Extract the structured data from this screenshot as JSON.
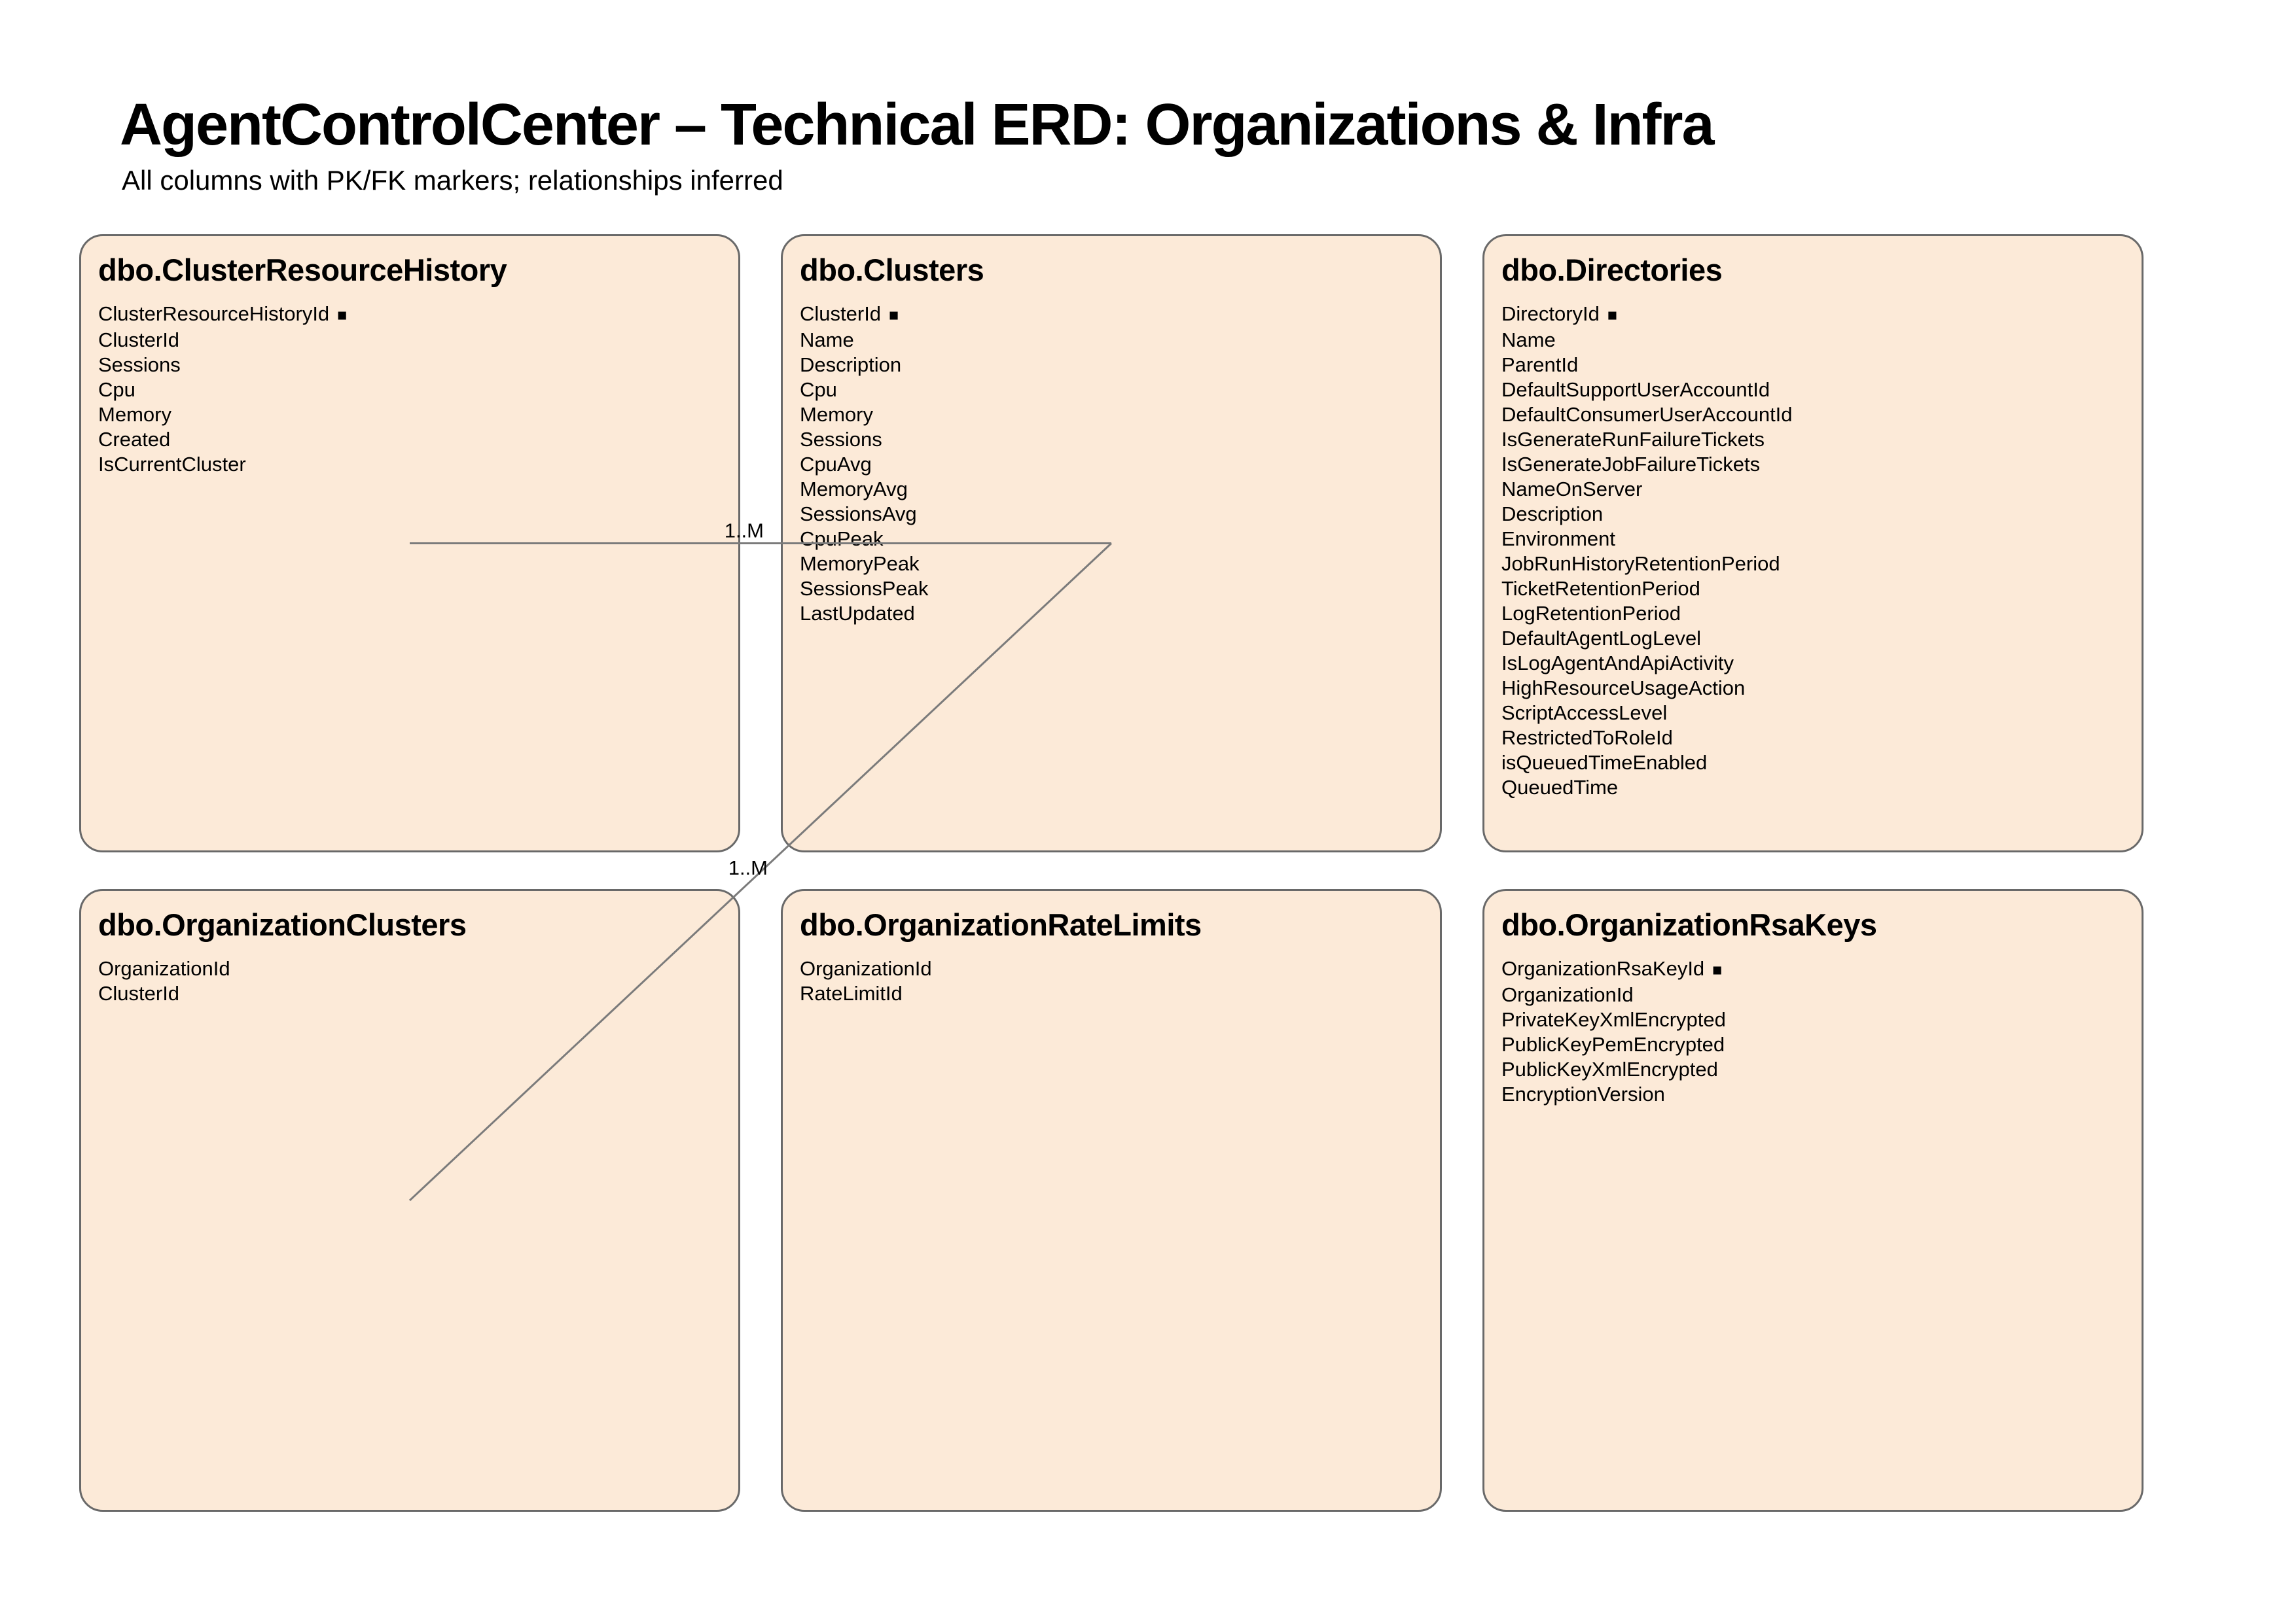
{
  "header": {
    "title": "AgentControlCenter – Technical ERD: Organizations & Infra",
    "subtitle": "All columns with PK/FK markers; relationships inferred"
  },
  "diagram": {
    "pk_marker": "■",
    "colors": {
      "canvas_background": "#FFFFFF",
      "table_fill": "#FCEAD8",
      "table_border": "#696969",
      "relationship_line": "#7B7B7B",
      "text": "#000000"
    },
    "tables": [
      {
        "name": "dbo.ClusterResourceHistory",
        "columns": [
          {
            "name": "ClusterResourceHistoryId",
            "pk": true
          },
          {
            "name": "ClusterId",
            "pk": false
          },
          {
            "name": "Sessions",
            "pk": false
          },
          {
            "name": "Cpu",
            "pk": false
          },
          {
            "name": "Memory",
            "pk": false
          },
          {
            "name": "Created",
            "pk": false
          },
          {
            "name": "IsCurrentCluster",
            "pk": false
          }
        ]
      },
      {
        "name": "dbo.Clusters",
        "columns": [
          {
            "name": "ClusterId",
            "pk": true
          },
          {
            "name": "Name",
            "pk": false
          },
          {
            "name": "Description",
            "pk": false
          },
          {
            "name": "Cpu",
            "pk": false
          },
          {
            "name": "Memory",
            "pk": false
          },
          {
            "name": "Sessions",
            "pk": false
          },
          {
            "name": "CpuAvg",
            "pk": false
          },
          {
            "name": "MemoryAvg",
            "pk": false
          },
          {
            "name": "SessionsAvg",
            "pk": false
          },
          {
            "name": "CpuPeak",
            "pk": false
          },
          {
            "name": "MemoryPeak",
            "pk": false
          },
          {
            "name": "SessionsPeak",
            "pk": false
          },
          {
            "name": "LastUpdated",
            "pk": false
          }
        ]
      },
      {
        "name": "dbo.Directories",
        "columns": [
          {
            "name": "DirectoryId",
            "pk": true
          },
          {
            "name": "Name",
            "pk": false
          },
          {
            "name": "ParentId",
            "pk": false
          },
          {
            "name": "DefaultSupportUserAccountId",
            "pk": false
          },
          {
            "name": "DefaultConsumerUserAccountId",
            "pk": false
          },
          {
            "name": "IsGenerateRunFailureTickets",
            "pk": false
          },
          {
            "name": "IsGenerateJobFailureTickets",
            "pk": false
          },
          {
            "name": "NameOnServer",
            "pk": false
          },
          {
            "name": "Description",
            "pk": false
          },
          {
            "name": "Environment",
            "pk": false
          },
          {
            "name": "JobRunHistoryRetentionPeriod",
            "pk": false
          },
          {
            "name": "TicketRetentionPeriod",
            "pk": false
          },
          {
            "name": "LogRetentionPeriod",
            "pk": false
          },
          {
            "name": "DefaultAgentLogLevel",
            "pk": false
          },
          {
            "name": "IsLogAgentAndApiActivity",
            "pk": false
          },
          {
            "name": "HighResourceUsageAction",
            "pk": false
          },
          {
            "name": "ScriptAccessLevel",
            "pk": false
          },
          {
            "name": "RestrictedToRoleId",
            "pk": false
          },
          {
            "name": "isQueuedTimeEnabled",
            "pk": false
          },
          {
            "name": "QueuedTime",
            "pk": false
          }
        ]
      },
      {
        "name": "dbo.OrganizationClusters",
        "columns": [
          {
            "name": "OrganizationId",
            "pk": false
          },
          {
            "name": "ClusterId",
            "pk": false
          }
        ]
      },
      {
        "name": "dbo.OrganizationRateLimits",
        "columns": [
          {
            "name": "OrganizationId",
            "pk": false
          },
          {
            "name": "RateLimitId",
            "pk": false
          }
        ]
      },
      {
        "name": "dbo.OrganizationRsaKeys",
        "columns": [
          {
            "name": "OrganizationRsaKeyId",
            "pk": true
          },
          {
            "name": "OrganizationId",
            "pk": false
          },
          {
            "name": "PrivateKeyXmlEncrypted",
            "pk": false
          },
          {
            "name": "PublicKeyPemEncrypted",
            "pk": false
          },
          {
            "name": "PublicKeyXmlEncrypted",
            "pk": false
          },
          {
            "name": "EncryptionVersion",
            "pk": false
          }
        ]
      }
    ],
    "relationships": [
      {
        "from": "dbo.Clusters",
        "to": "dbo.ClusterResourceHistory",
        "cardinality": "1..M"
      },
      {
        "from": "dbo.Clusters",
        "to": "dbo.OrganizationClusters",
        "cardinality": "1..M"
      }
    ]
  }
}
